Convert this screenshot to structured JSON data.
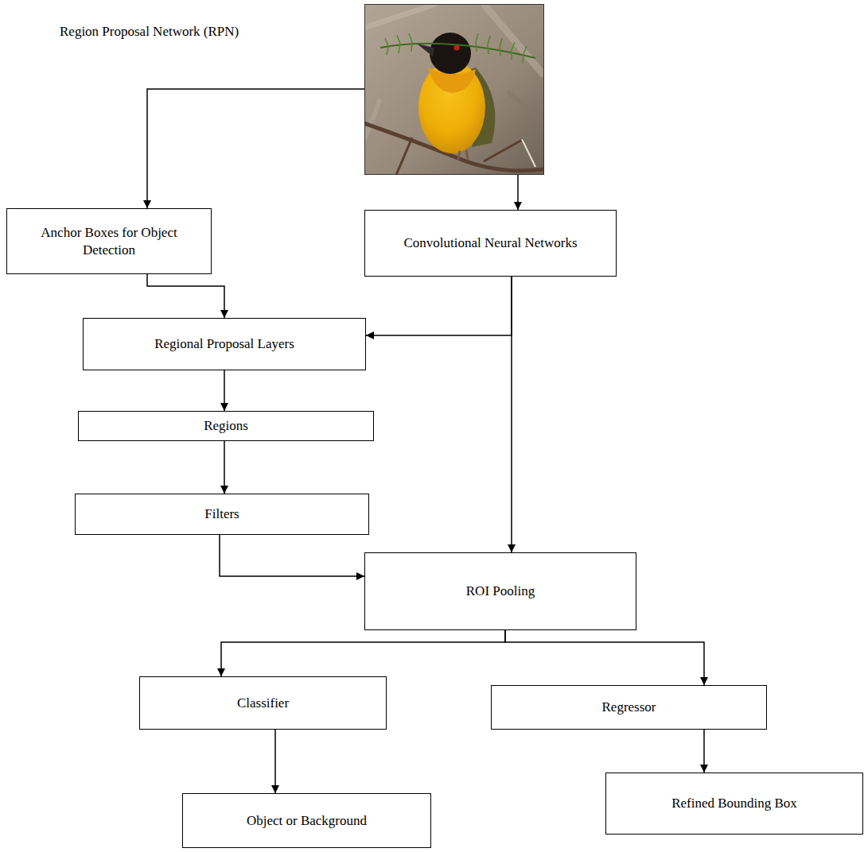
{
  "diagram": {
    "title": "Region Proposal Network (RPN)",
    "nodes": [
      {
        "text": [
          "Anchor Boxes for Object Detection"
        ]
      },
      {
        "text": [
          "Convolutional Neural Networks"
        ]
      },
      {
        "text": [
          "Regional Proposal Layers"
        ]
      },
      {
        "text": [
          "Regions"
        ]
      },
      {
        "text": [
          "Filters"
        ]
      },
      {
        "text": [
          "ROI Pooling"
        ]
      },
      {
        "text": [
          "Classifier"
        ]
      },
      {
        "text": [
          "Regressor"
        ]
      },
      {
        "text": [
          "Object or Background"
        ]
      },
      {
        "text": [
          "Refined Bounding Box"
        ]
      }
    ],
    "edges": [
      {
        "from": 0,
        "to": 2,
        "arrow": "to"
      },
      {
        "from": 1,
        "to": 2,
        "arrow": "to"
      },
      {
        "from": 1,
        "to": 5,
        "arrow": "to"
      },
      {
        "from": 2,
        "to": 3,
        "arrow": "to"
      },
      {
        "from": 3,
        "to": 4,
        "arrow": "to"
      },
      {
        "from": 4,
        "to": 5,
        "arrow": "to"
      },
      {
        "from": 5,
        "to": 6,
        "arrow": "to"
      },
      {
        "from": 5,
        "to": 7,
        "arrow": "to"
      },
      {
        "from": 6,
        "to": 8,
        "arrow": "to"
      },
      {
        "from": 7,
        "to": 9,
        "arrow": "to"
      }
    ]
  }
}
